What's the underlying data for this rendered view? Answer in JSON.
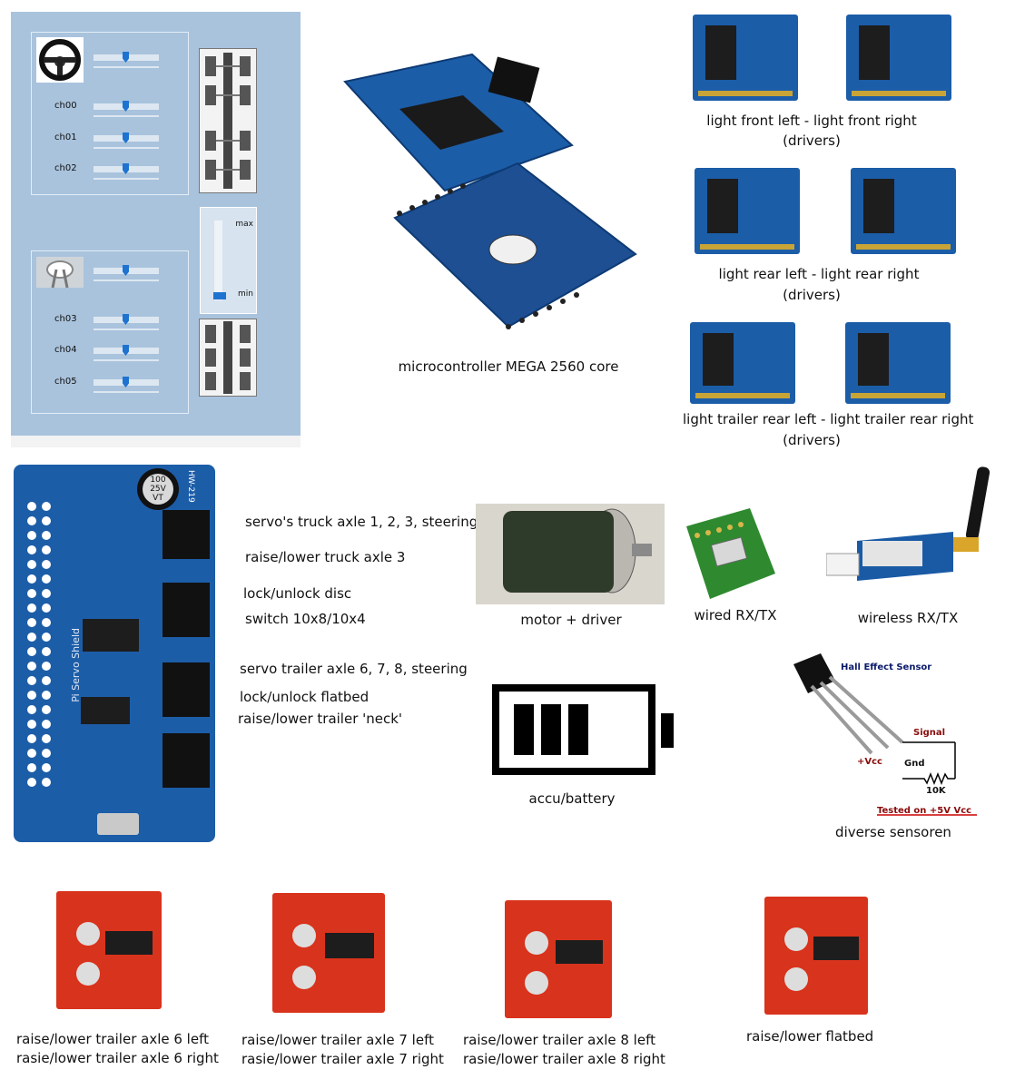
{
  "panel": {
    "channels": [
      {
        "label": "ch00",
        "value": 0.5
      },
      {
        "label": "ch01",
        "value": 0.5
      },
      {
        "label": "ch02",
        "value": 0.5
      },
      {
        "label": "ch03",
        "value": 0.5
      },
      {
        "label": "ch04",
        "value": 0.5
      },
      {
        "label": "ch05",
        "value": 0.5
      }
    ],
    "steering_sliders": [
      0.5,
      0.5
    ],
    "vertical_slider": {
      "max_label": "max",
      "min_label": "min",
      "value": 0.0
    }
  },
  "components": {
    "microcontroller": "microcontroller MEGA 2560 core",
    "light_front_1": "light front left - light front right",
    "light_front_2": "(drivers)",
    "light_rear_1": "light rear left - light rear right",
    "light_rear_2": "(drivers)",
    "light_trailer_1": "light trailer rear left - light trailer rear right",
    "light_trailer_2": "(drivers)",
    "motor": "motor  + driver",
    "wired": "wired RX/TX",
    "wireless": "wireless RX/TX",
    "battery": "accu/battery",
    "sensors": "diverse sensoren"
  },
  "servo_shield": {
    "board_label": "Pi Servo Shield",
    "board_code": "HW-219",
    "cap_text": "100\n25V\nVT",
    "lines": [
      "servo's truck axle 1, 2, 3,  steering",
      "raise/lower truck axle 3",
      "lock/unlock disc",
      "switch 10x8/10x4",
      "servo trailer axle 6, 7, 8, steering",
      "lock/unlock flatbed",
      "raise/lower trailer 'neck'"
    ]
  },
  "hall_sensor": {
    "title": "Hall Effect Sensor",
    "signal": "Signal",
    "vcc": "+Vcc",
    "gnd": "Gnd",
    "resistor": "10K",
    "tested": "Tested on +5V Vcc"
  },
  "motor_drivers": [
    {
      "line1": "raise/lower trailer axle 6 left",
      "line2": "rasie/lower trailer axle 6 right"
    },
    {
      "line1": "raise/lower trailer axle 7 left",
      "line2": "rasie/lower trailer axle 7 right"
    },
    {
      "line1": "raise/lower trailer axle 8 left",
      "line2": "rasie/lower trailer axle 8 right"
    },
    {
      "line1": "raise/lower flatbed",
      "line2": ""
    }
  ],
  "colors": {
    "panel_bg": "#a9c3dd",
    "slider_thumb": "#1e73d0",
    "pcb_blue": "#1c5da8",
    "pcb_red": "#d8331c"
  }
}
